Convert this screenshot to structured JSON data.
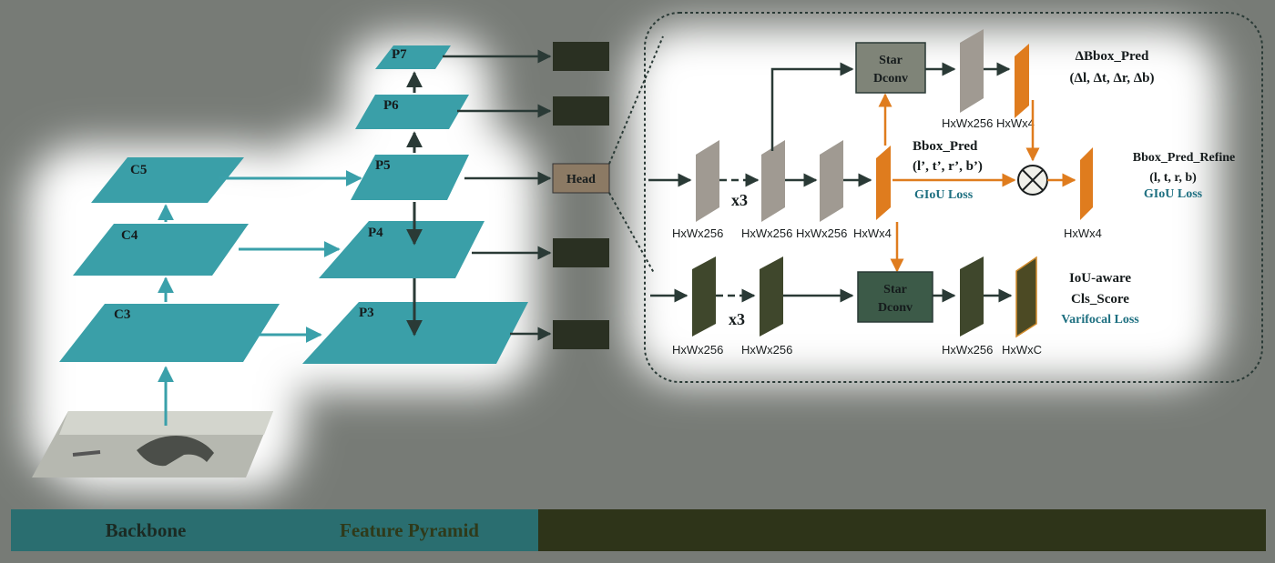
{
  "backbone": {
    "levels": [
      "C3",
      "C4",
      "C5"
    ]
  },
  "pyramid": {
    "levels": [
      "P3",
      "P4",
      "P5",
      "P6",
      "P7"
    ],
    "head_label": "Head"
  },
  "head": {
    "repeat_label": "x3",
    "top_branch": {
      "input_dim": "HxWx256",
      "tower_dims": [
        "HxWx256",
        "HxWx256"
      ],
      "pred_dim": "HxWx4",
      "star_dconv": [
        "Star",
        "Dconv"
      ],
      "after_dconv_dim": "HxWx256",
      "delta_dim": "HxWx4",
      "delta_title": "ΔBbox_Pred",
      "delta_sub": "(Δl, Δt, Δr, Δb)",
      "bbox_pred_title": "Bbox_Pred",
      "bbox_pred_sub": "(l’, t’, r’, b’)",
      "bbox_pred_loss": "GIoU Loss",
      "refine_title": "Bbox_Pred_Refine",
      "refine_sub": "(l, t, r, b)",
      "refine_loss": "GIoU Loss",
      "refine_dim": "HxWx4"
    },
    "bottom_branch": {
      "input_dim": "HxWx256",
      "tower_dim": "HxWx256",
      "star_dconv": [
        "Star",
        "Dconv"
      ],
      "after_dconv_dim": "HxWx256",
      "score_dim": "HxWxC",
      "score_title_1": "IoU-aware",
      "score_title_2": "Cls_Score",
      "score_loss": "Varifocal Loss"
    }
  },
  "legend_bar": {
    "backbone": "Backbone",
    "feature_pyramid": "Feature Pyramid"
  },
  "colors": {
    "teal_plane": "#3a9fa8",
    "gray_feat": "#9a948a",
    "dark_feat": "#3f472c",
    "orange": "#df7c1e",
    "loss_text": "#1d6f80"
  }
}
